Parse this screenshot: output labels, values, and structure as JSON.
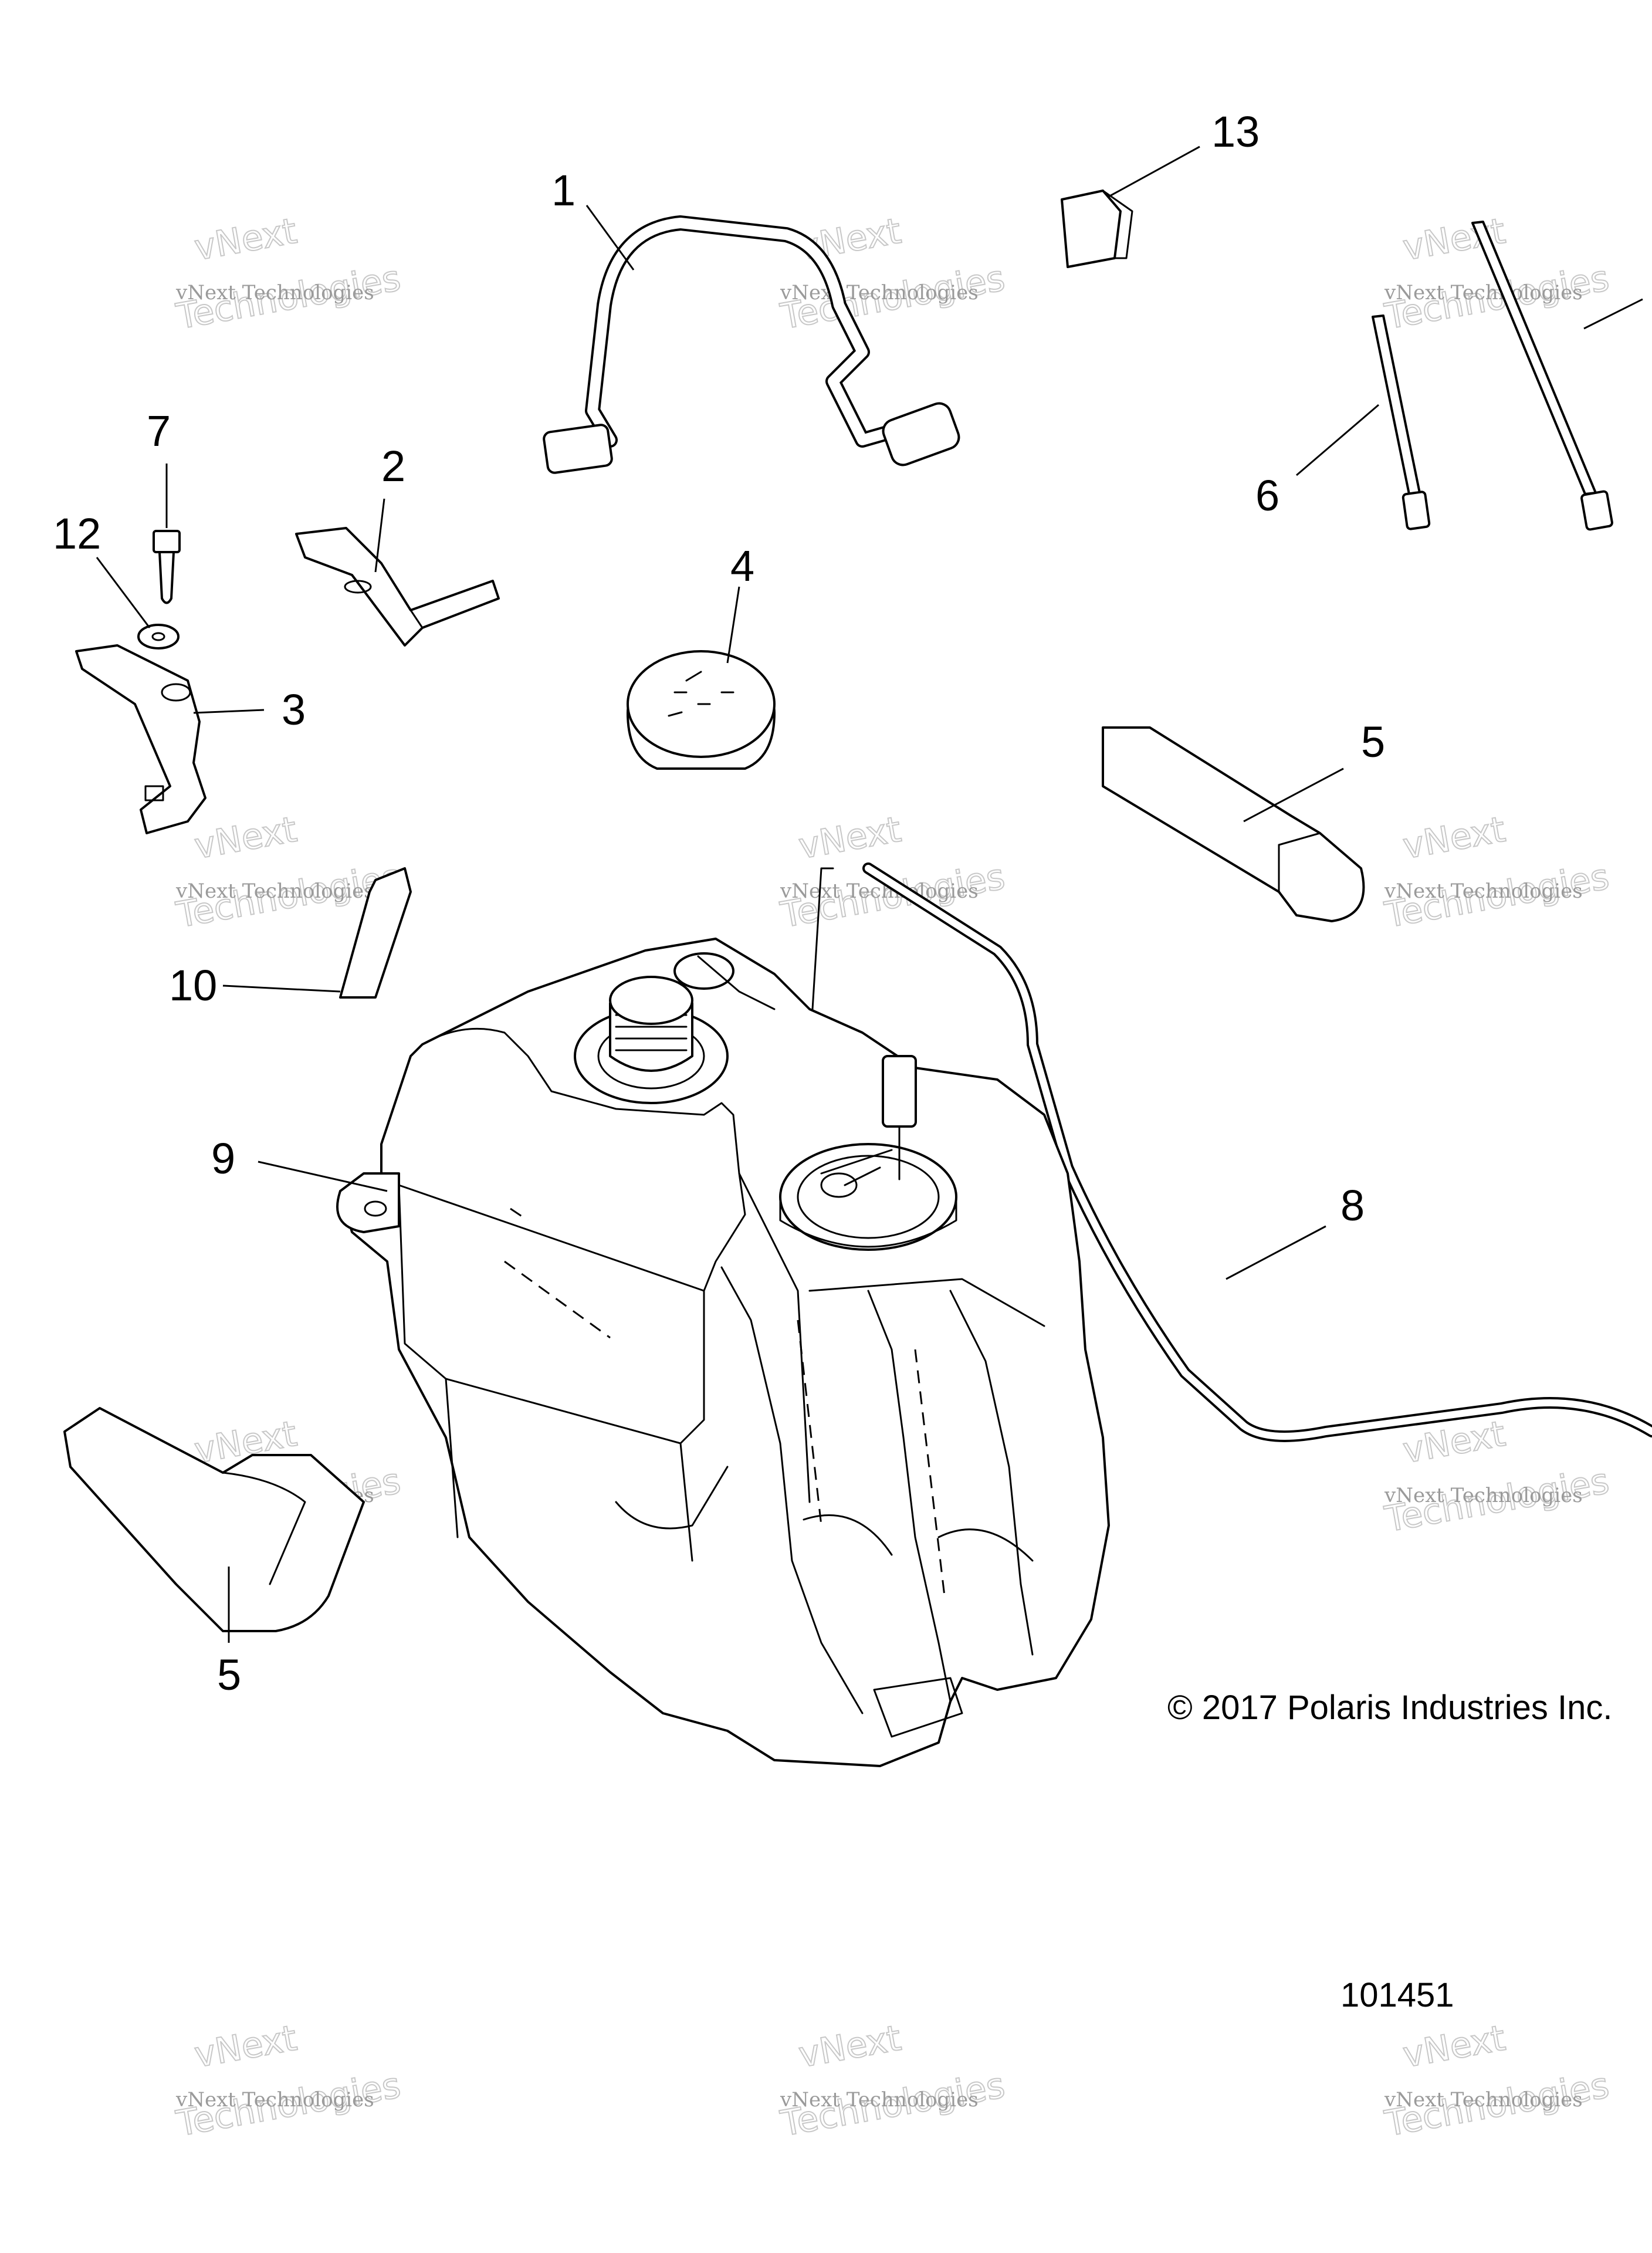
{
  "callouts": [
    {
      "id": "c1",
      "label": "1"
    },
    {
      "id": "c2",
      "label": "2"
    },
    {
      "id": "c3",
      "label": "3"
    },
    {
      "id": "c4",
      "label": "4"
    },
    {
      "id": "c5a",
      "label": "5"
    },
    {
      "id": "c5b",
      "label": "5"
    },
    {
      "id": "c6",
      "label": "6"
    },
    {
      "id": "c7",
      "label": "7"
    },
    {
      "id": "c8",
      "label": "8"
    },
    {
      "id": "c9",
      "label": "9"
    },
    {
      "id": "c10",
      "label": "10"
    },
    {
      "id": "c12",
      "label": "12"
    },
    {
      "id": "c13",
      "label": "13"
    }
  ],
  "copyright": "© 2017 Polaris Industries Inc.",
  "document_number": "101451",
  "watermark": {
    "line1": "vNext Technologies",
    "line2": "vNext",
    "line3": "Technologies"
  }
}
